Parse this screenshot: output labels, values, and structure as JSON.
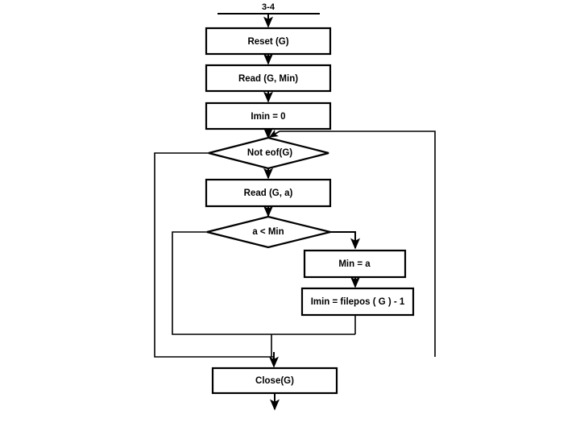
{
  "diagram": {
    "type": "flowchart",
    "title_label": "3-4",
    "background_color": "#ffffff",
    "line_color": "#000000",
    "shape_fill": "#ffffff",
    "nodes": [
      {
        "id": "page_ref",
        "shape": "label",
        "text": "3-4"
      },
      {
        "id": "reset",
        "shape": "process",
        "text": "Reset (G)"
      },
      {
        "id": "read_min",
        "shape": "process",
        "text": "Read (G, Min)"
      },
      {
        "id": "imin_zero",
        "shape": "process",
        "text": "Imin = 0"
      },
      {
        "id": "not_eof",
        "shape": "decision",
        "text": "Not eof(G)"
      },
      {
        "id": "read_a",
        "shape": "process",
        "text": "Read (G, a)"
      },
      {
        "id": "a_lt_min",
        "shape": "decision",
        "text": "a < Min"
      },
      {
        "id": "min_assign",
        "shape": "process",
        "text": "Min = a"
      },
      {
        "id": "imin_assign",
        "shape": "process",
        "text": "Imin = filepos ( G ) - 1"
      },
      {
        "id": "close",
        "shape": "process",
        "text": "Close(G)"
      }
    ],
    "edges": [
      {
        "from": "page_ref",
        "to": "reset",
        "label": ""
      },
      {
        "from": "reset",
        "to": "read_min",
        "label": ""
      },
      {
        "from": "read_min",
        "to": "imin_zero",
        "label": ""
      },
      {
        "from": "imin_zero",
        "to": "not_eof",
        "label": ""
      },
      {
        "from": "not_eof",
        "to": "read_a",
        "label": ""
      },
      {
        "from": "not_eof",
        "to": "close",
        "label": ""
      },
      {
        "from": "read_a",
        "to": "a_lt_min",
        "label": ""
      },
      {
        "from": "a_lt_min",
        "to": "min_assign",
        "label": ""
      },
      {
        "from": "a_lt_min",
        "to": "loop_back",
        "label": ""
      },
      {
        "from": "min_assign",
        "to": "imin_assign",
        "label": ""
      },
      {
        "from": "imin_assign",
        "to": "loop_back",
        "label": ""
      },
      {
        "from": "loop_back",
        "to": "not_eof",
        "label": ""
      },
      {
        "from": "close",
        "to": "exit",
        "label": ""
      }
    ]
  }
}
